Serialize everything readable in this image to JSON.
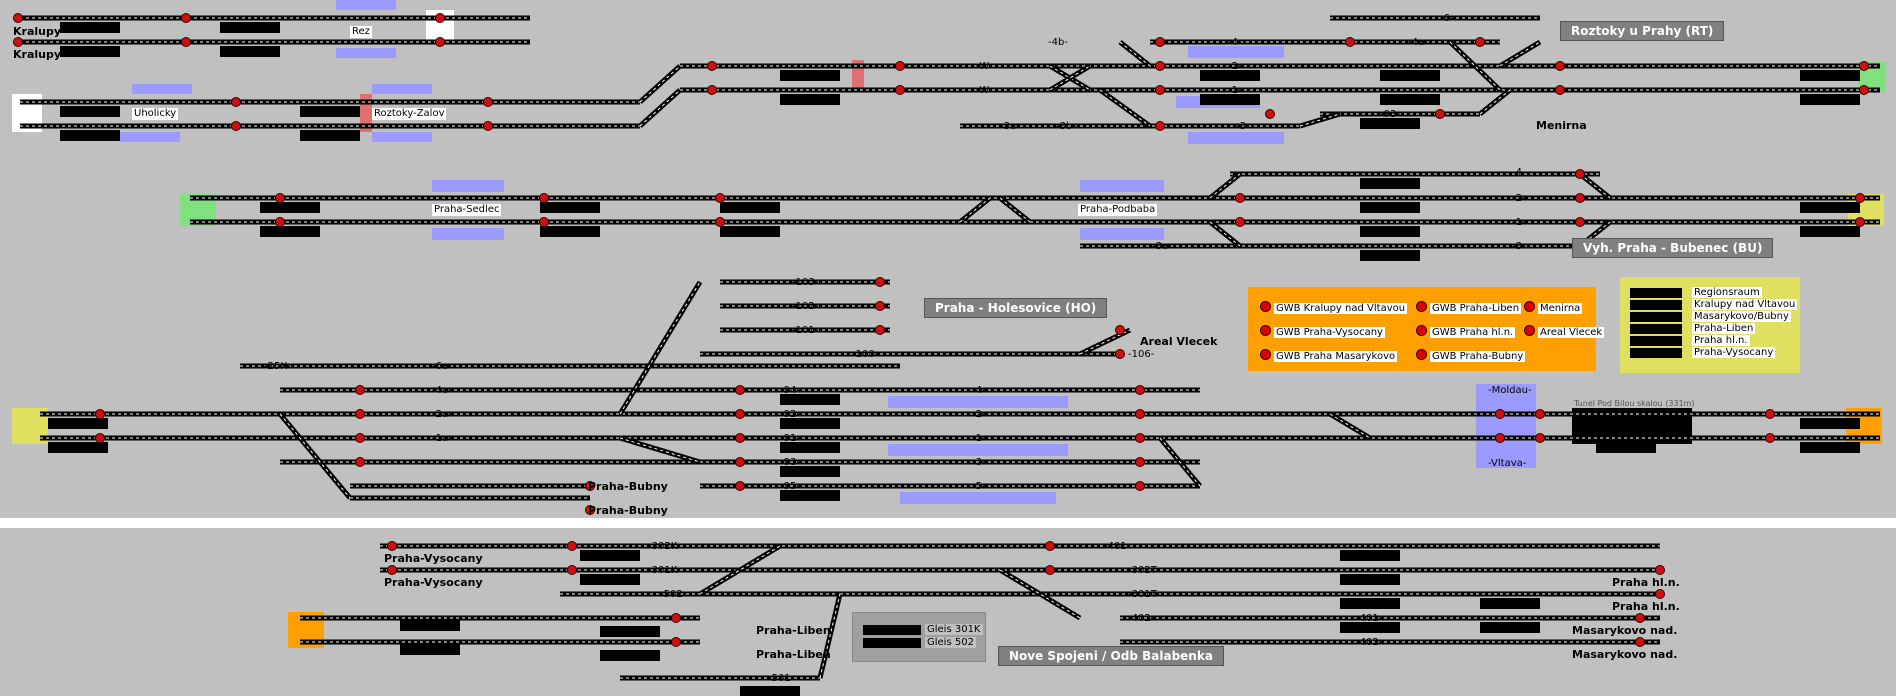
{
  "colors": {
    "background": "#c0c0c0",
    "track": "#000000",
    "track_highlight": "#ffffff",
    "signal_red": "#d01010",
    "platform_blue": "#9a9aff",
    "zone_green": "#80e080",
    "zone_yellow": "#e0e060",
    "zone_orange": "#ffa000",
    "zone_white": "#ffffff",
    "banner_grey": "#808080"
  },
  "stations": {
    "kralupy_1": "Kralupy",
    "kralupy_2": "Kralupy",
    "rez": "Rez",
    "uholicky": "Uholicky",
    "roztoky_zalov": "Roztoky-Zalov",
    "roztoky_rt": "Roztoky u Prahy (RT)",
    "menirna": "Menirna",
    "praha_sedlec": "Praha-Sedlec",
    "praha_podbaba": "Praha-Podbaba",
    "bubenec": "Vyh. Praha - Bubenec (BU)",
    "holesovice": "Praha - Holesovice (HO)",
    "areal_vlecek": "Areal Vlecek",
    "praha_bubny_1": "Praha-Bubny",
    "praha_bubny_2": "Praha-Bubny",
    "moldau": "-Moldau-",
    "vltava": "-Vltava-",
    "tunel": "Tunel Pod Bilou skalou (331m)",
    "praha_vysocany_1": "Praha-Vysocany",
    "praha_vysocany_2": "Praha-Vysocany",
    "praha_liben_1": "Praha-Liben",
    "praha_liben_2": "Praha-Liben",
    "praha_hln_1": "Praha hl.n.",
    "praha_hln_2": "Praha hl.n.",
    "masarykovo_1": "Masarykovo nad.",
    "masarykovo_2": "Masarykovo nad.",
    "nove_spojeni": "Nove Spojeni / Odb Balabenka"
  },
  "gwb_legend": {
    "items": [
      "GWB Kralupy nad Vltavou",
      "GWB Praha-Liben",
      "Menirna",
      "GWB Praha-Vysocany",
      "GWB Praha hl.n.",
      "Areal Vlecek",
      "GWB Praha Masarykovo",
      "GWB Praha-Bubny"
    ]
  },
  "region_legend": {
    "items": [
      "Regionsraum",
      "Kralupy nad Vltavou",
      "Masarykovo/Bubny",
      "Praha-Liben",
      "Praha hl.n.",
      "Praha-Vysocany"
    ]
  },
  "gleis_legend": {
    "items": [
      "Gleis 301K",
      "Gleis 502"
    ]
  },
  "track_labels": {
    "t6": "-6-",
    "t4a": "-4a-",
    "t4": "-4-",
    "t2": "-2-",
    "t1": "-1-",
    "t3": "-3-",
    "t4b": "-4b-",
    "tW": "-W-",
    "t3a": "-3a-",
    "t3b": "-3b-",
    "t93": "-93-",
    "bu4": "-4-",
    "bu2": "-2-",
    "bu1": "-1-",
    "bu3": "-3-",
    "bu3a": "-3a-",
    "ho103": "-103-",
    "ho102": "-102-",
    "ho101": "-101-",
    "ho100": "-100-",
    "ho106": "-106-",
    "ho25x": "-25X-",
    "ho6a": "-6a-",
    "ho4a": "-4a-",
    "ho2a": "-2a-",
    "ho1a": "-1a-",
    "ho94": "-94-",
    "ho92": "-92-",
    "ho91": "-91-",
    "ho93": "-93-",
    "ho95": "-95-",
    "ho4": "-4-",
    "ho2": "-2-",
    "ho1": "-1-",
    "ho3": "-3-",
    "ho5": "-5-",
    "ns302k": "-302K-",
    "ns301k": "-301K-",
    "ns502": "-502-",
    "ns501": "-501-",
    "ns401": "-401-",
    "ns302t": "-302T-",
    "ns301t": "-301T-",
    "ns402": "-402-",
    "ns401b": "-401-",
    "ns402b": "-402-"
  }
}
